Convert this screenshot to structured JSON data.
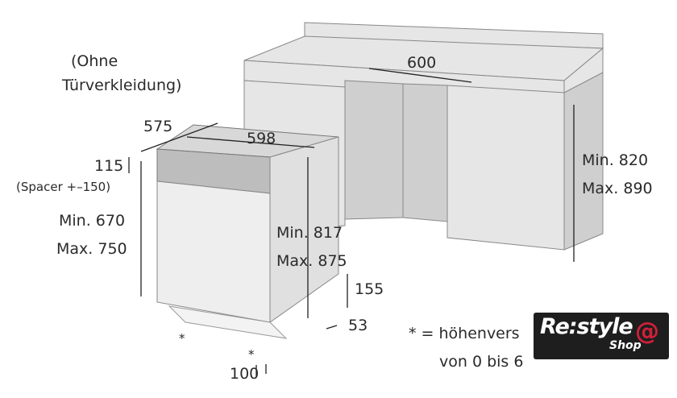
{
  "note_title": [
    "(Ohne",
    "Türverkleidung)"
  ],
  "dimensions": {
    "depth": "575",
    "width": "598",
    "niche_width": "600",
    "top_gap": "115",
    "spacer": "(Spacer +–150)",
    "height_min": "Min. 670",
    "height_max": "Max. 750",
    "niche_min": "Min. 817",
    "niche_max": "Max. 875",
    "counter_min": "Min. 820",
    "counter_max": "Max. 890",
    "plinth_height": "155",
    "plinth_depth": "53",
    "foot_offset": "100",
    "asterisk_1": "*",
    "asterisk_2": "*"
  },
  "footnote": {
    "line1": "* = höhenvers",
    "line2": "von 0 bis 6"
  },
  "logo": {
    "text": "Re:style",
    "sub": "Shop",
    "accent": "#d0203a"
  }
}
